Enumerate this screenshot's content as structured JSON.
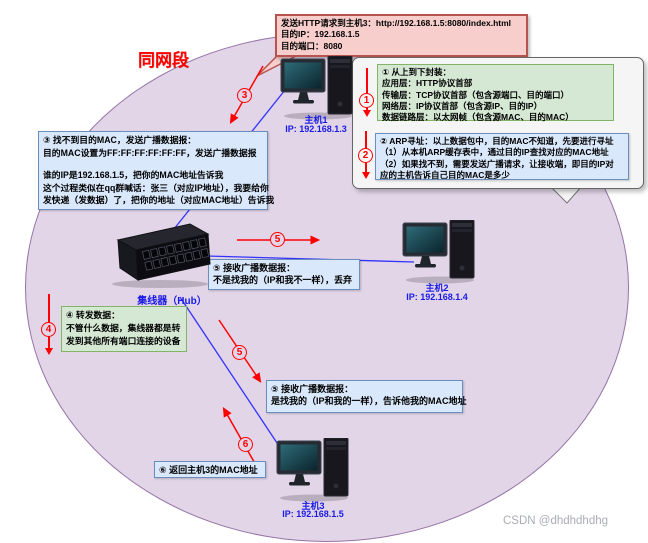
{
  "title_label": "同网段",
  "watermark": "CSDN @dhdhdhdhg",
  "colors": {
    "ellipse_fill": "#E1D5E7",
    "ellipse_border": "#9673A6",
    "request_fill": "#F8CECC",
    "request_border": "#B85450",
    "green_fill": "#D5E8D4",
    "green_border": "#82B366",
    "blue_fill": "#DAE8FC",
    "blue_border": "#6C8EBF",
    "panel_fill": "#F5F5F5",
    "panel_border": "#666666",
    "arrow_red": "#FF0000",
    "link_blue": "#3333FF",
    "node_label_blue": "#1A1AE6"
  },
  "boxes": {
    "request": {
      "lines": [
        "发送HTTP请求到主机3：http://192.168.1.5:8080/index.html",
        "目的IP：192.168.1.5",
        "目的端口：8080"
      ]
    },
    "encapsulate": {
      "lines": [
        "① 从上到下封装：",
        "应用层：HTTP协议首部",
        "传输层：TCP协议首部（包含源端口、目的端口）",
        "网络层：IP协议首部（包含源IP、目的IP）",
        "数据链路层：以太网帧（包含源MAC、目的MAC）"
      ]
    },
    "arp": {
      "lines": [
        "② ARP寻址：以上数据包中，目的MAC不知道，先要进行寻址",
        "（1）从本机ARP缓存表中，通过目的IP查找对应的MAC地址",
        "（2）如果找不到，需要发送广播请求，让接收端，即目的IP对",
        "应的主机告诉自己目的MAC是多少"
      ]
    },
    "broadcast": {
      "lines": [
        "③ 找不到目的MAC，发送广播数据报：",
        "目的MAC设置为FF:FF:FF:FF:FF:FF，发送广播数据报",
        "",
        "谁的IP是192.168.1.5，把你的MAC地址告诉我",
        "这个过程类似在qq群喊话：张三（对应IP地址），我要给你",
        "发快递（发数据）了，把你的地址（对应MAC地址）告诉我"
      ]
    },
    "forward": {
      "lines": [
        "④ 转发数据：",
        "不管什么数据，集线器都是转",
        "发到其他所有端口连接的设备"
      ]
    },
    "hub_receive": {
      "lines": [
        "⑤ 接收广播数据报：",
        "不是找我的（IP和我不一样），丢弃"
      ]
    },
    "host3_receive": {
      "lines": [
        "⑤ 接收广播数据报：",
        "是找我的（IP和我的一样），告诉他我的MAC地址"
      ]
    },
    "return_mac": {
      "lines": [
        "⑥ 返回主机3的MAC地址"
      ]
    }
  },
  "nodes": {
    "host1": {
      "name": "主机1",
      "ip": "IP: 192.168.1.3"
    },
    "host2": {
      "name": "主机2",
      "ip": "IP: 192.168.1.4"
    },
    "host3": {
      "name": "主机3",
      "ip": "IP: 192.168.1.5"
    },
    "hub": {
      "name": "集线器（Hub）"
    }
  },
  "steps": {
    "s1": "1",
    "s2": "2",
    "s3": "3",
    "s4": "4",
    "s5a": "5",
    "s5b": "5",
    "s6": "6"
  }
}
